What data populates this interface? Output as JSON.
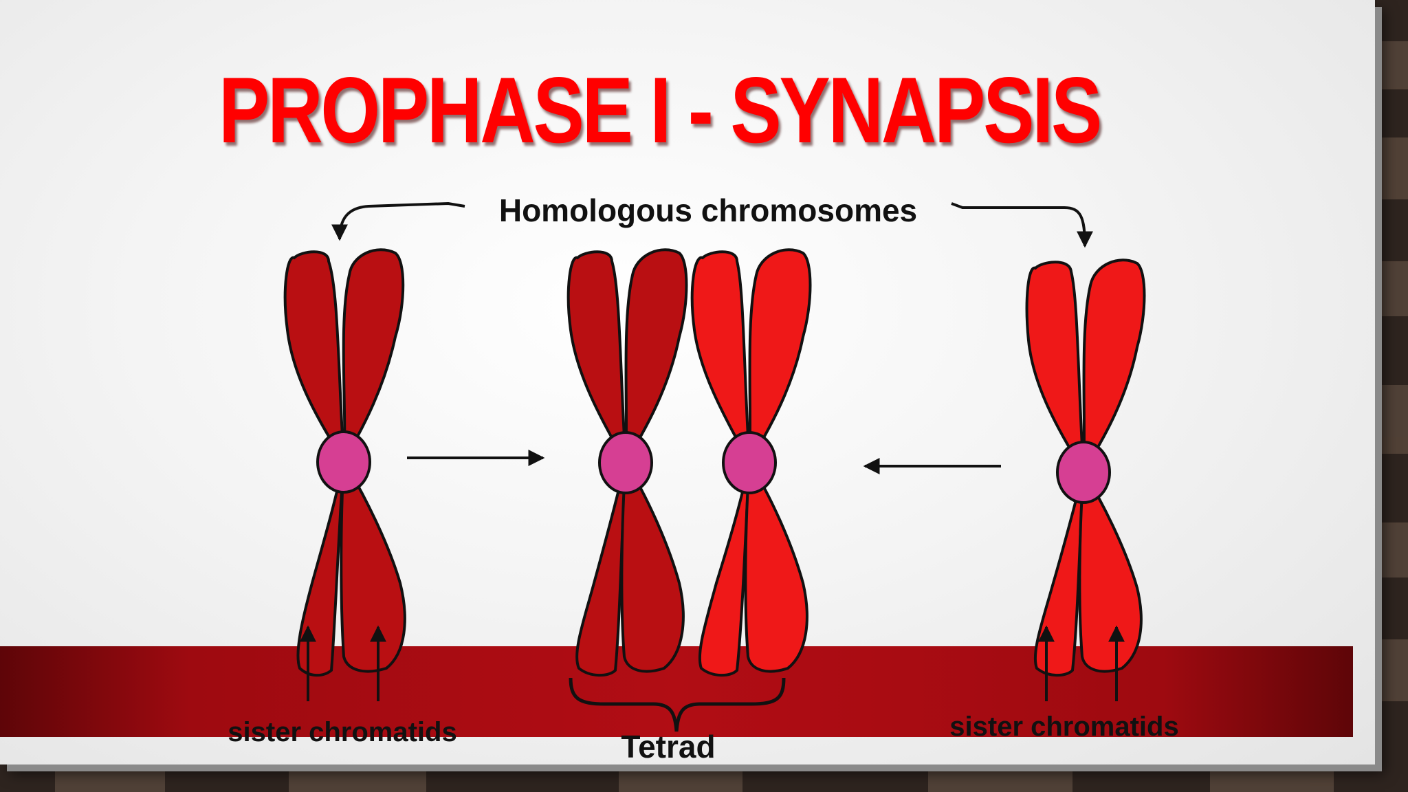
{
  "slide": {
    "title": "PROPHASE I - SYNAPSIS"
  },
  "diagram": {
    "homologous_label": "Homologous chromosomes",
    "left_sister_label": "sister chromatids",
    "right_sister_label": "sister chromatids",
    "tetrad_label": "Tetrad"
  },
  "colors": {
    "chromosome_dark": "#b90f12",
    "chromosome_bright": "#ef1818",
    "centromere": "#d63f93",
    "band": "#b10d14",
    "title": "#ff0000"
  }
}
